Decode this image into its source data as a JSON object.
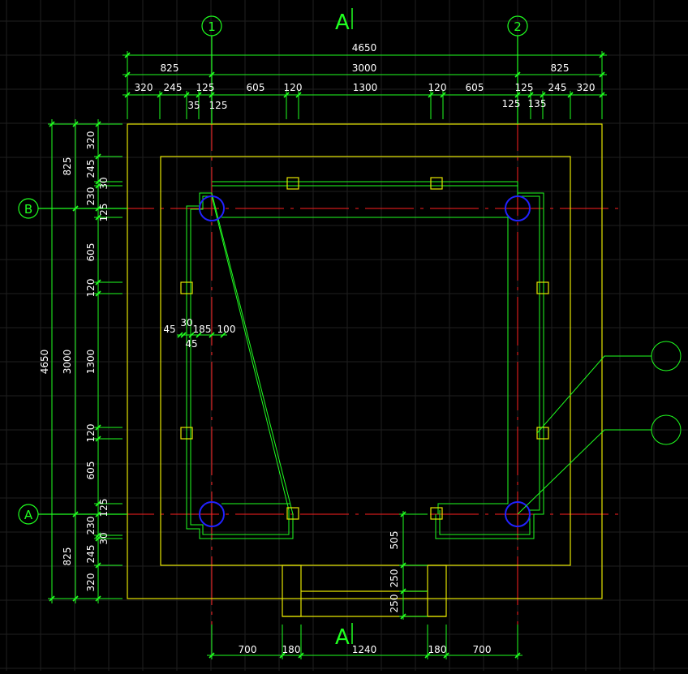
{
  "colors": {
    "background": "#000000",
    "grid": "#1f1f1f",
    "axis": "#ff2020",
    "dimension": "#00ff00",
    "outline": "#e6e600",
    "wall": "#20ff20",
    "column": "#2222ff",
    "label": "#ffffff"
  },
  "axis_labels": {
    "col_1": "1",
    "col_2": "2",
    "row_b": "B",
    "row_a": "A"
  },
  "section_labels": {
    "top": "A",
    "bottom": "A"
  },
  "top_dims": {
    "total": "4650",
    "row2": [
      "825",
      "3000",
      "825"
    ],
    "row3": [
      "320",
      "245",
      "125",
      "605",
      "120",
      "1300",
      "120",
      "605",
      "125",
      "245",
      "320"
    ],
    "row4": [
      "35",
      "125",
      "125",
      "135"
    ]
  },
  "left_dims": {
    "total": "4650",
    "col2": [
      "825",
      "3000",
      "825"
    ],
    "col3": [
      "320",
      "245",
      "30",
      "230",
      "125",
      "605",
      "120",
      "1300",
      "120",
      "605",
      "125",
      "230",
      "30",
      "245",
      "320"
    ]
  },
  "wall_dims": [
    "45",
    "30",
    "185",
    "100",
    "45"
  ],
  "bottom_dims": [
    "700",
    "180",
    "1240",
    "180",
    "700"
  ],
  "step_dims": [
    "505",
    "250",
    "250"
  ]
}
